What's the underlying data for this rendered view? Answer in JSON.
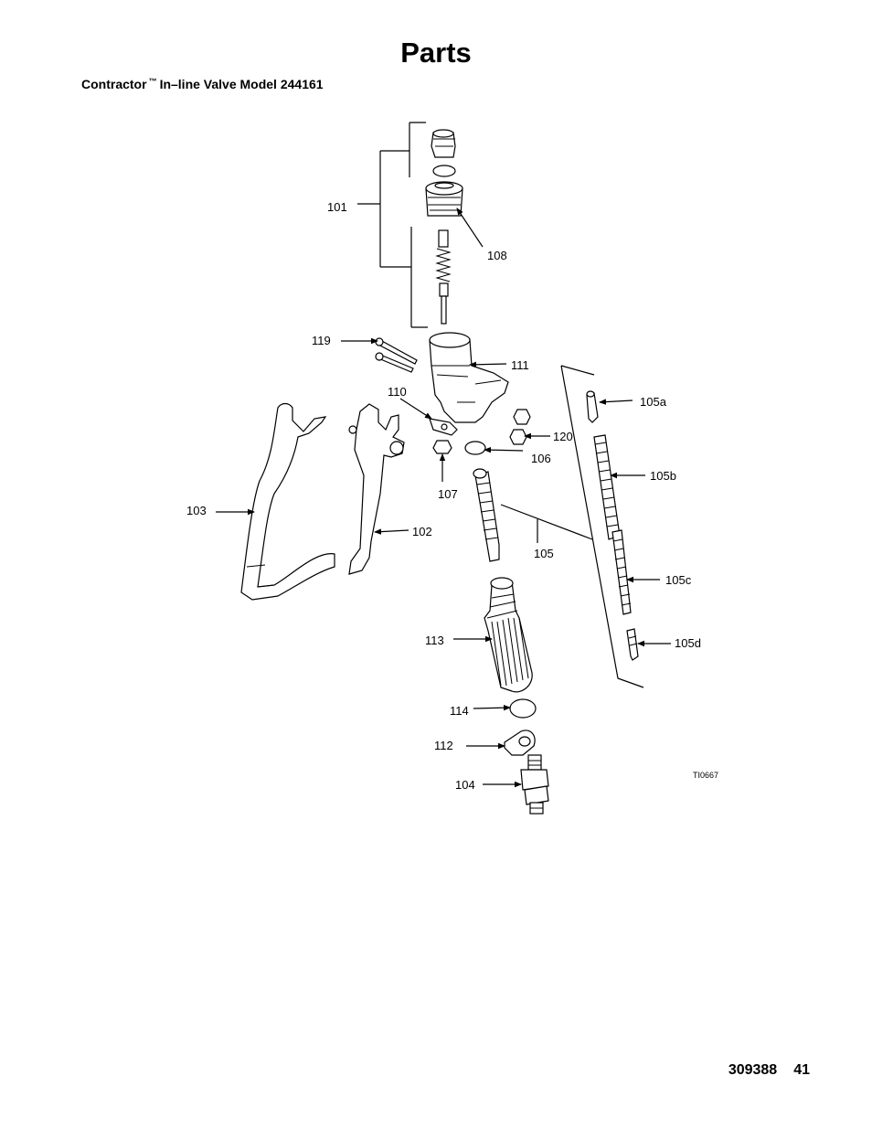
{
  "header": {
    "title": "Parts",
    "subtitle_prefix": "Contractor",
    "trademark": "™",
    "subtitle_rest": "In–line Valve Model 244161"
  },
  "diagram": {
    "figure_ref": "TI0667",
    "callouts": {
      "c101": "101",
      "c108": "108",
      "c119": "119",
      "c111": "111",
      "c110": "110",
      "c120": "120",
      "c106": "106",
      "c107": "107",
      "c103": "103",
      "c102": "102",
      "c105": "105",
      "c105a": "105a",
      "c105b": "105b",
      "c105c": "105c",
      "c105d": "105d",
      "c113": "113",
      "c114": "114",
      "c112": "112",
      "c104": "104"
    }
  },
  "footer": {
    "document_number": "309388",
    "page_number": "41"
  }
}
